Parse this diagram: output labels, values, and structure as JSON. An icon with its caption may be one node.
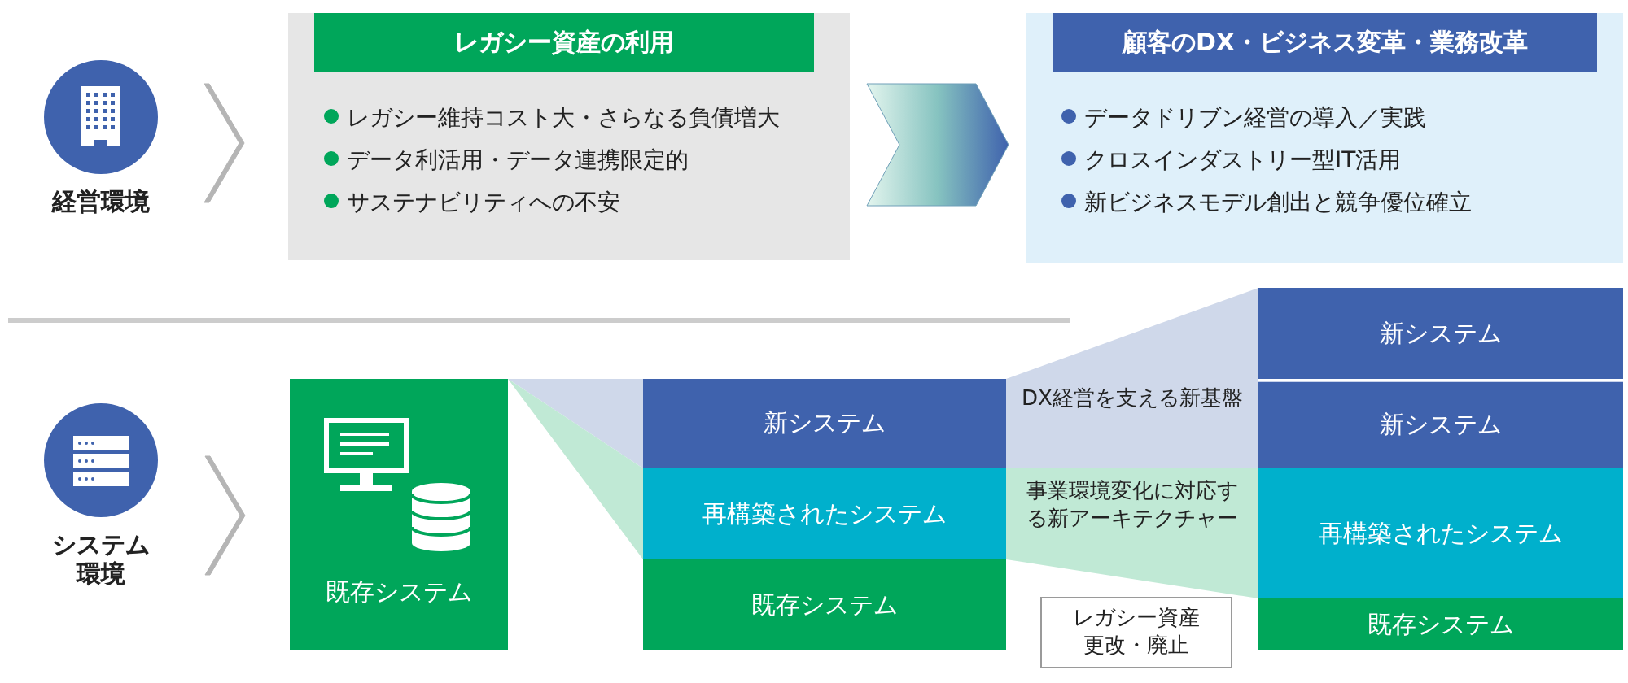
{
  "diagram": {
    "nodes": [
      {
        "text": [
          "経営環境"
        ]
      },
      {
        "text": [
          "レガシー資産の利用",
          "レガシー維持コスト大・さらなる負債増大",
          "データ利活用・データ連携限定的",
          "サステナビリティへの不安"
        ]
      },
      {
        "text": [
          "顧客のDX・ビジネス変革・業務改革",
          "データドリブン経営の導入／実践",
          "クロスインダストリー型IT活用",
          "新ビジネスモデル創出と競争優位確立"
        ]
      },
      {
        "text": [
          "システム環境"
        ]
      },
      {
        "text": [
          "既存システム"
        ]
      },
      {
        "text": [
          "新システム"
        ]
      },
      {
        "text": [
          "再構築されたシステム"
        ]
      },
      {
        "text": [
          "既存システム"
        ]
      },
      {
        "text": [
          "DX経営を支える新基盤"
        ]
      },
      {
        "text": [
          "事業環境変化に対応する新アーキテクチャー"
        ]
      },
      {
        "text": [
          "レガシー資産更改・廃止"
        ]
      },
      {
        "text": [
          "新システム"
        ]
      },
      {
        "text": [
          "新システム"
        ]
      },
      {
        "text": [
          "再構築されたシステム"
        ]
      },
      {
        "text": [
          "既存システム"
        ]
      }
    ],
    "edges": [
      {
        "from": 0,
        "to": 1,
        "arrow": "to"
      },
      {
        "from": 1,
        "to": 2,
        "arrow": "to"
      },
      {
        "from": 3,
        "to": 4,
        "arrow": "to"
      }
    ]
  }
}
